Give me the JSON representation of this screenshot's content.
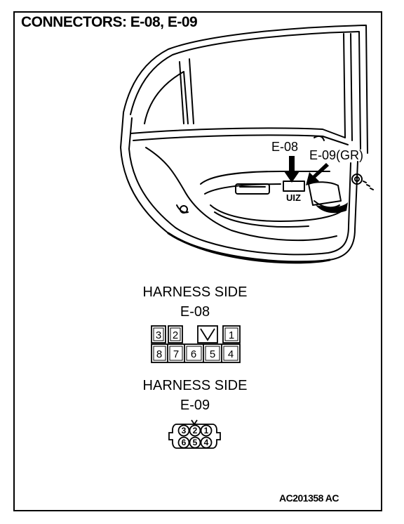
{
  "title": "CONNECTORS: E-08, E-09",
  "callouts": {
    "e08": "E-08",
    "e09": "E-09(GR)",
    "door_mark": "UIZ"
  },
  "sections": [
    {
      "heading": "HARNESS SIDE",
      "connector": "E-08"
    },
    {
      "heading": "HARNESS SIDE",
      "connector": "E-09"
    }
  ],
  "e08_pins": {
    "top": [
      "3",
      "2",
      "",
      "1"
    ],
    "bottom": [
      "8",
      "7",
      "6",
      "5",
      "4"
    ]
  },
  "e09_pins": {
    "top": [
      "3",
      "2",
      "1"
    ],
    "bottom": [
      "6",
      "5",
      "4"
    ]
  },
  "footer_code": "AC201358 AC"
}
